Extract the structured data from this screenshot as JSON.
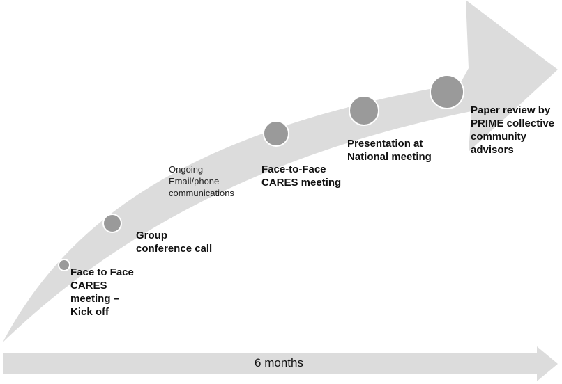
{
  "milestones": [
    {
      "label": "Face to Face\nCARES\nmeeting –\nKick off"
    },
    {
      "label": "Group\nconference call"
    },
    {
      "label": "Ongoing\nEmail/phone\ncommunications"
    },
    {
      "label": "Face-to-Face\nCARES meeting"
    },
    {
      "label": "Presentation at\nNational meeting"
    },
    {
      "label": "Paper review by\nPRIME collective\ncommunity\nadvisors"
    }
  ],
  "timeline": {
    "duration_label": "6 months"
  },
  "colors": {
    "arrow_fill": "#dcdcdc",
    "dot_fill": "#9a9a9a",
    "dot_stroke": "#ffffff",
    "text": "#111111"
  }
}
